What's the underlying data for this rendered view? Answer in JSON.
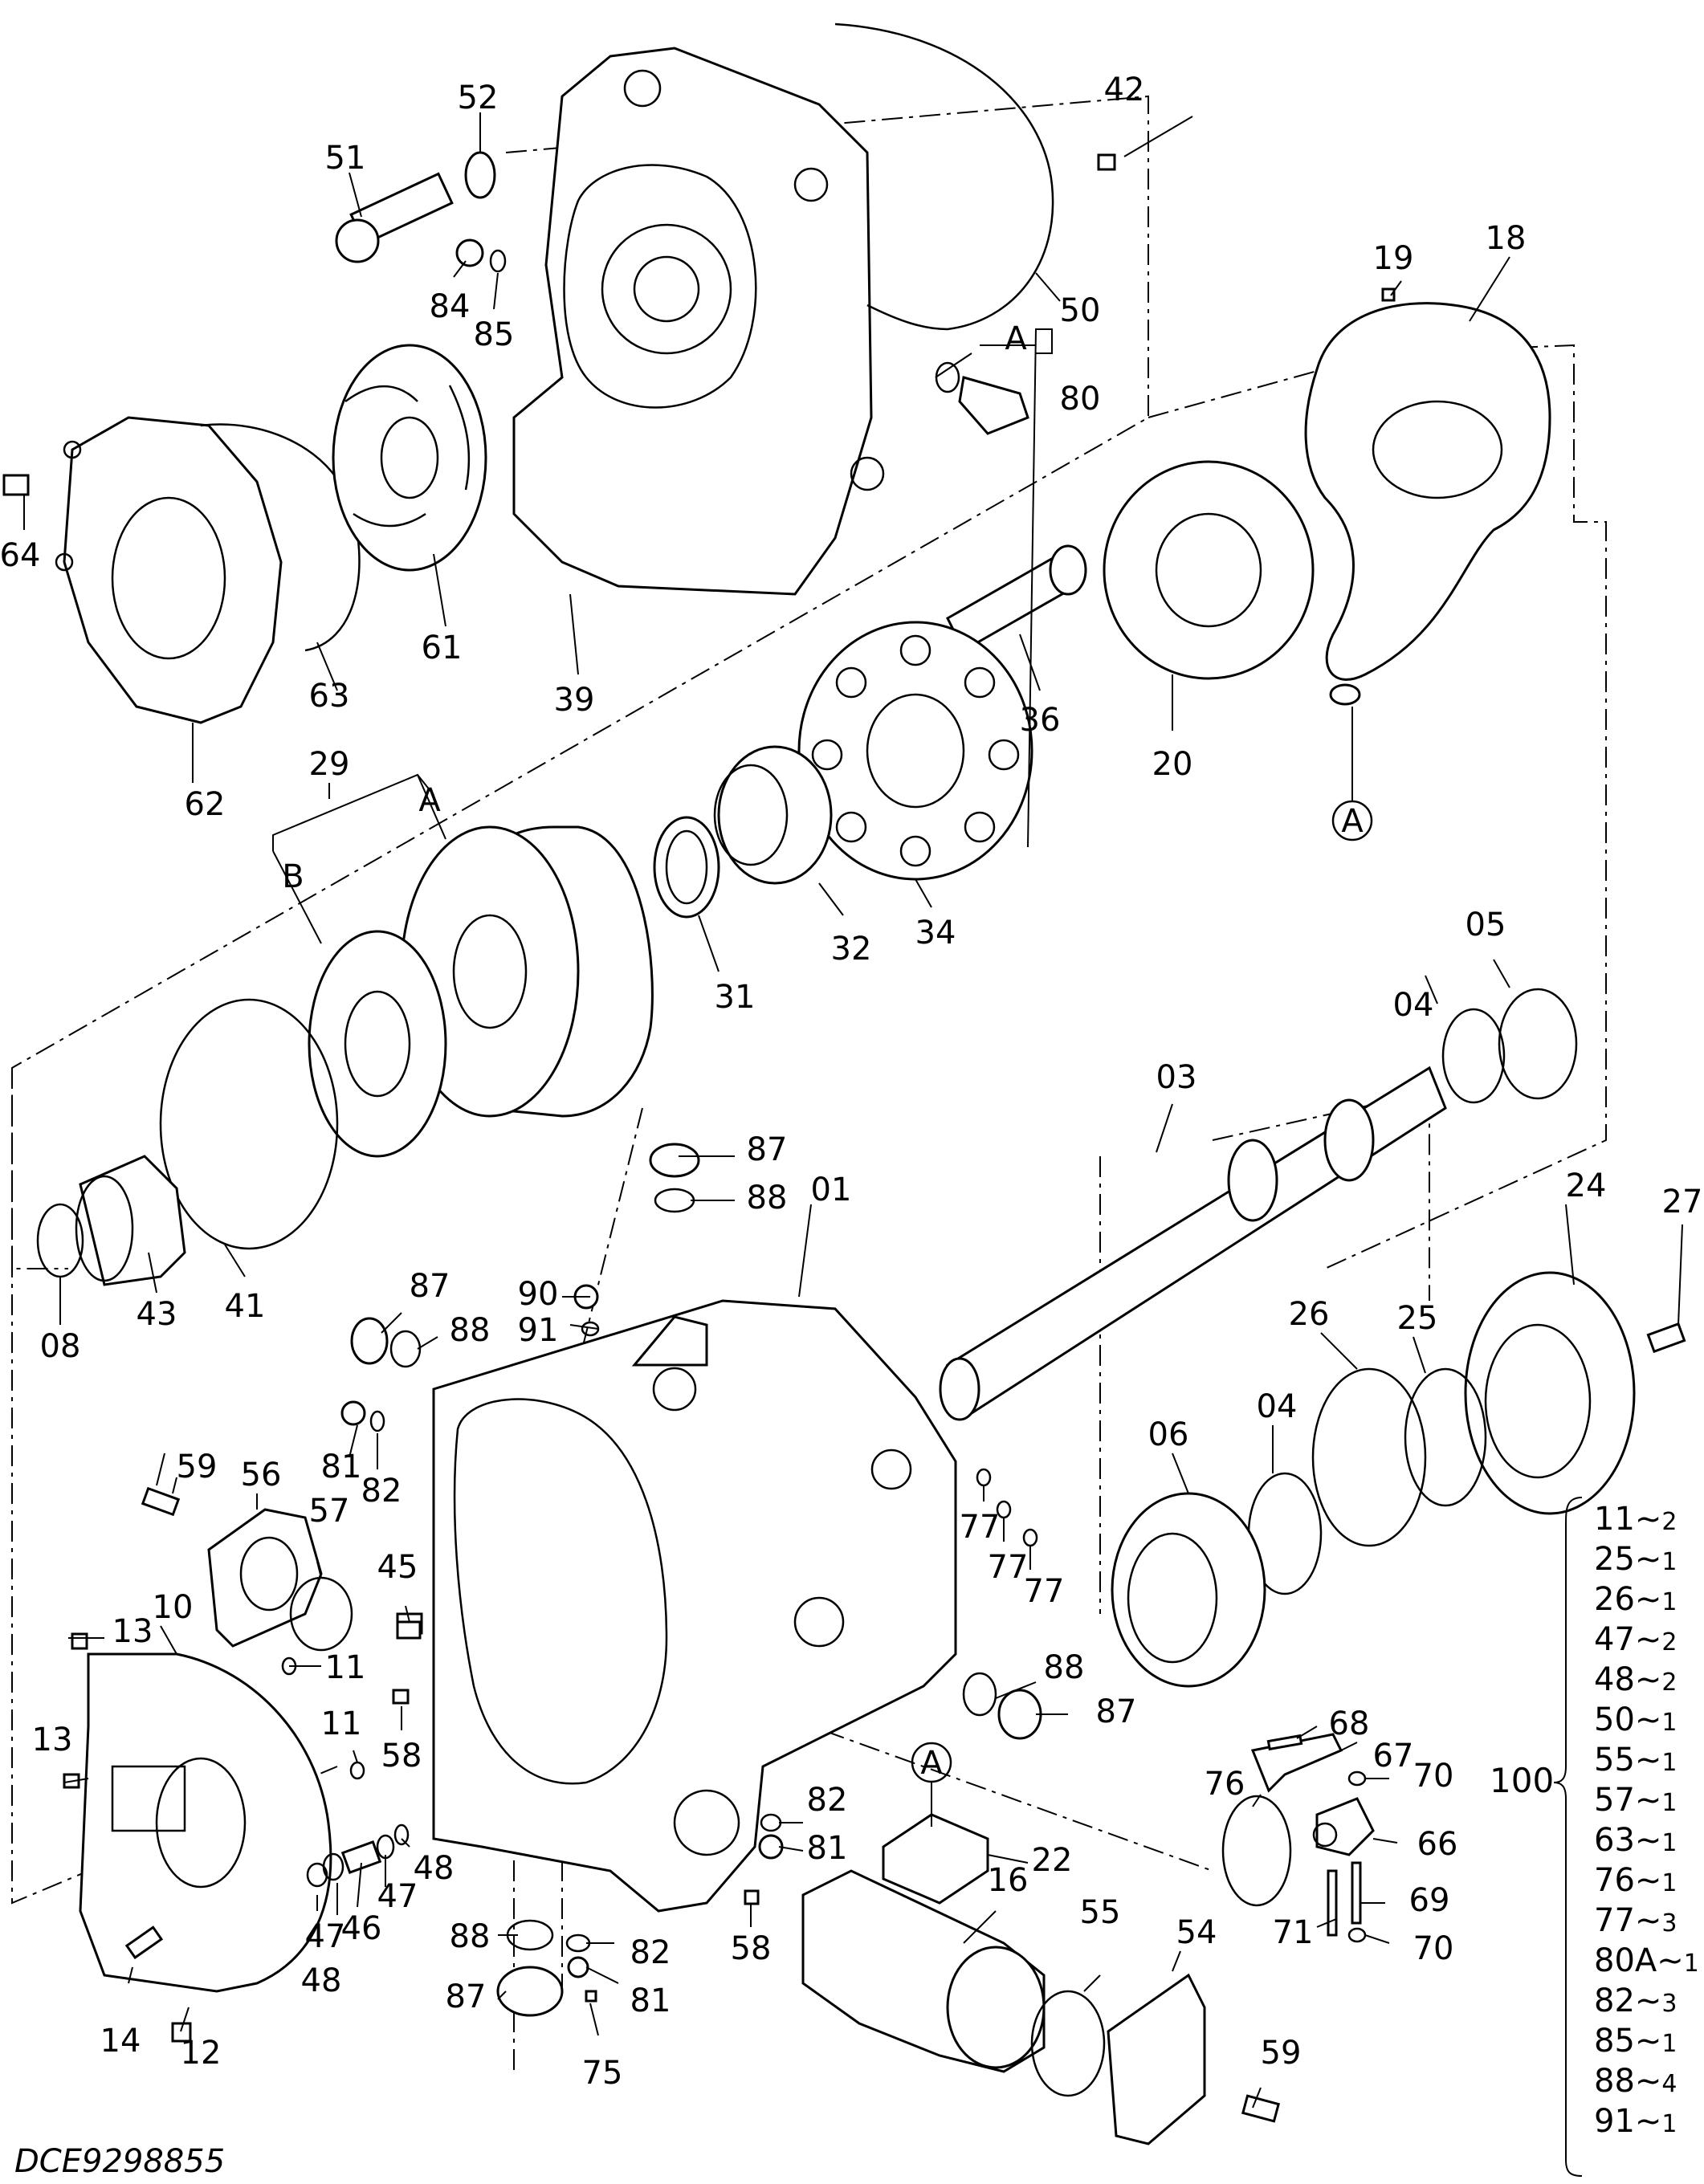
{
  "drawing_code": "DCE9298855",
  "assembly_labels": {
    "sub_a": "A",
    "sub_b": "B",
    "ref_a": "A"
  },
  "callouts": {
    "p01": "01",
    "p03": "03",
    "p04a": "04",
    "p04b": "04",
    "p05": "05",
    "p06": "06",
    "p08": "08",
    "p10": "10",
    "p11a": "11",
    "p11b": "11",
    "p12": "12",
    "p13a": "13",
    "p13b": "13",
    "p14": "14",
    "p16": "16",
    "p18": "18",
    "p19": "19",
    "p20": "20",
    "p22": "22",
    "p24": "24",
    "p25": "25",
    "p26": "26",
    "p27": "27",
    "p29": "29",
    "p31": "31",
    "p32": "32",
    "p34": "34",
    "p36": "36",
    "p39": "39",
    "p41": "41",
    "p42": "42",
    "p43": "43",
    "p45": "45",
    "p46": "46",
    "p47a": "47",
    "p47b": "47",
    "p48a": "48",
    "p48b": "48",
    "p50": "50",
    "p51": "51",
    "p52": "52",
    "p54": "54",
    "p55": "55",
    "p56": "56",
    "p57": "57",
    "p58a": "58",
    "p58b": "58",
    "p59a": "59",
    "p59b": "59",
    "p61": "61",
    "p62": "62",
    "p63": "63",
    "p64": "64",
    "p66": "66",
    "p67": "67",
    "p68": "68",
    "p69": "69",
    "p70a": "70",
    "p70b": "70",
    "p71": "71",
    "p75": "75",
    "p76": "76",
    "p77a": "77",
    "p77b": "77",
    "p77c": "77",
    "p80": "80",
    "p81a": "81",
    "p81b": "81",
    "p81c": "81",
    "p82a": "82",
    "p82b": "82",
    "p82c": "82",
    "p84": "84",
    "p85": "85",
    "p87a": "87",
    "p87b": "87",
    "p87c": "87",
    "p87d": "87",
    "p88a": "88",
    "p88b": "88",
    "p88c": "88",
    "p88d": "88",
    "p90": "90",
    "p91": "91"
  },
  "seal_kit": {
    "number": "100",
    "items": [
      {
        "part": "11",
        "qty": "2"
      },
      {
        "part": "25",
        "qty": "1"
      },
      {
        "part": "26",
        "qty": "1"
      },
      {
        "part": "47",
        "qty": "2"
      },
      {
        "part": "48",
        "qty": "2"
      },
      {
        "part": "50",
        "qty": "1"
      },
      {
        "part": "55",
        "qty": "1"
      },
      {
        "part": "57",
        "qty": "1"
      },
      {
        "part": "63",
        "qty": "1"
      },
      {
        "part": "76",
        "qty": "1"
      },
      {
        "part": "77",
        "qty": "3"
      },
      {
        "part": "80A",
        "qty": "1"
      },
      {
        "part": "82",
        "qty": "3"
      },
      {
        "part": "85",
        "qty": "1"
      },
      {
        "part": "88",
        "qty": "4"
      },
      {
        "part": "91",
        "qty": "1"
      }
    ]
  }
}
